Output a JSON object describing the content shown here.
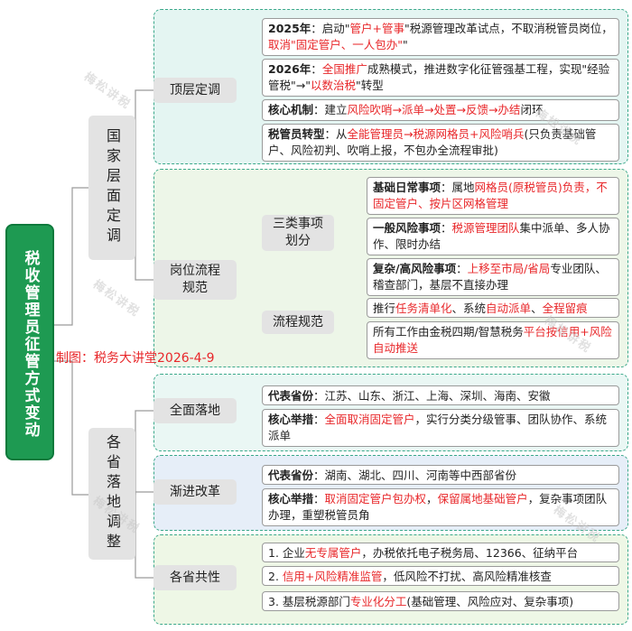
{
  "root": {
    "text": "税收管理员征管方式变动"
  },
  "caption": "制图：税务大讲堂2026-4-9",
  "watermark": "梅松讲税",
  "categories": [
    {
      "text": "国家层面定调"
    },
    {
      "text": "各省落地调整"
    }
  ],
  "subs": {
    "top_level": "顶层定调",
    "job_flow": "岗位流程规范",
    "three_types": "三类事项划分",
    "process_norm": "流程规范",
    "full_landing": "全面落地",
    "gradual_reform": "渐进改革",
    "common": "各省共性"
  },
  "leaves": {
    "y2025": {
      "t1": "2025年",
      "t2": "：启动\"",
      "t3": "管户+管事",
      "t4": "\"税源管理改革试点，不取消税管员岗位，",
      "t5": "取消\"固定管户、一人包办\""
    },
    "y2026": {
      "t1": "2026年",
      "t2": "：",
      "t3": "全国推广",
      "t4": "成熟模式，推进数字化征管强基工程，实现\"经验管税\"→\"",
      "t5": "以数治税",
      "t6": "\"转型"
    },
    "core": {
      "t1": "核心机制",
      "t2": "：建立",
      "t3": "风险吹哨→派单→处置→反馈→办结",
      "t4": "闭环"
    },
    "transform": {
      "t1": "税管员转型",
      "t2": "：从",
      "t3": "全能管理员→税源网格员+风险哨兵",
      "t4": "(只负责基础管户、风险初判、吹哨上报，不包办全流程审批)"
    },
    "daily": {
      "t1": "基础日常事项",
      "t2": "：属地",
      "t3": "网格员(原税管员)负责，不固定管户、按片区网格管理"
    },
    "general": {
      "t1": "一般风险事项",
      "t2": "：",
      "t3": "税源管理团队",
      "t4": "集中派单、多人协作、限时办结"
    },
    "complex": {
      "t1": "复杂/高风险事项",
      "t2": "：",
      "t3": "上移至市局/省局",
      "t4": "专业团队、稽查部门，基层不直接办理"
    },
    "list": {
      "t1": "推行",
      "t2": "任务清单化",
      "t3": "、系统",
      "t4": "自动派单",
      "t5": "、",
      "t6": "全程留痕"
    },
    "golden": {
      "t1": "所有工作由金税四期/智慧税务",
      "t2": "平台按信用+风险自动推送"
    },
    "rep1": {
      "t1": "代表省份",
      "t2": "：江苏、山东、浙江、上海、深圳、海南、安徽"
    },
    "core1": {
      "t1": "核心举措",
      "t2": "：",
      "t3": "全面取消固定管户",
      "t4": "，实行分类分级管事、团队协作、系统派单"
    },
    "rep2": {
      "t1": "代表省份",
      "t2": "：湖南、湖北、四川、河南等中西部省份"
    },
    "core2": {
      "t1": "核心举措",
      "t2": "：",
      "t3": "取消固定管户包办权",
      "t4": "，",
      "t5": "保留属地基础管户",
      "t6": "，复杂事项团队办理，重塑税管员角"
    },
    "c1": {
      "t1": "1. 企业",
      "t2": "无专属管户",
      "t3": "，办税依托电子税务局、12366、征纳平台"
    },
    "c2": {
      "t1": "2. ",
      "t2": "信用+风险精准监管",
      "t3": "，低风险不打扰、高风险精准核查"
    },
    "c3": {
      "t1": "3. 基层税源部门",
      "t2": "专业化分工",
      "t3": "(基础管理、风险应对、复杂事项)"
    }
  }
}
